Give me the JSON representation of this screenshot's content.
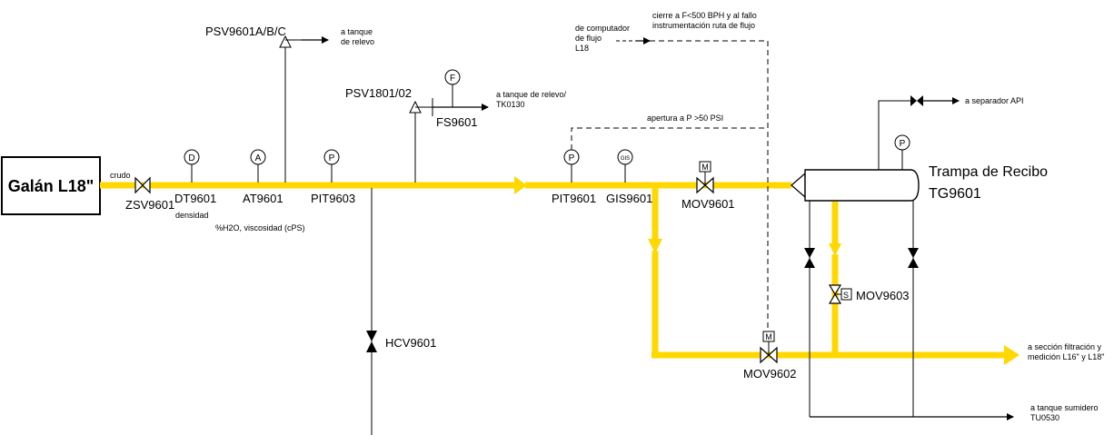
{
  "colors": {
    "main_pipe": "#FFD800",
    "line": "#000000",
    "background": "#FFFFFF"
  },
  "source": {
    "title": "Galán L18\"",
    "flow_label": "crudo"
  },
  "instruments": {
    "zsv": "ZSV9601",
    "dt": {
      "tag": "DT9601",
      "sub": "densidad",
      "bubble": "D"
    },
    "at": {
      "tag": "AT9601",
      "sub": "%H2O, viscosidad (cPS)",
      "bubble": "A"
    },
    "pit9603": {
      "tag": "PIT9603",
      "bubble": "P"
    },
    "psv9601": {
      "tag": "PSV9601A/B/C",
      "dest_1": "a tanque",
      "dest_2": "de relevo"
    },
    "psv1801": {
      "tag": "PSV1801/02",
      "dest_1": "a tanque de relevo/",
      "dest_2": "TK0130"
    },
    "fs": {
      "tag": "FS9601",
      "bubble": "F"
    },
    "pit9601": {
      "tag": "PIT9601",
      "bubble": "P"
    },
    "gis": {
      "tag": "GIS9601",
      "bubble": "GIS"
    },
    "mov9601": {
      "tag": "MOV9601",
      "actuator": "M"
    },
    "mov9602": {
      "tag": "MOV9602",
      "actuator": "M"
    },
    "mov9603": {
      "tag": "MOV9603",
      "actuator": "S"
    },
    "hcv": {
      "tag": "HCV9601"
    },
    "trap_bubble": "P"
  },
  "computer": {
    "line_1": "de computador",
    "line_2": "de flujo",
    "line_3": "L18"
  },
  "signals": {
    "close_1": "cierre a F<500 BPH y al fallo",
    "close_2": "instrumentación ruta de flujo",
    "open": "apertura a P >50 PSI"
  },
  "trap": {
    "name_1": "Trampa de Recibo",
    "name_2": "TG9601"
  },
  "destinations": {
    "api": "a separador API",
    "filtration_1": "a sección filtración y",
    "filtration_2": "medición L16\" y L18\"",
    "sump_1": "a tanque sumidero",
    "sump_2": "TU0530"
  }
}
